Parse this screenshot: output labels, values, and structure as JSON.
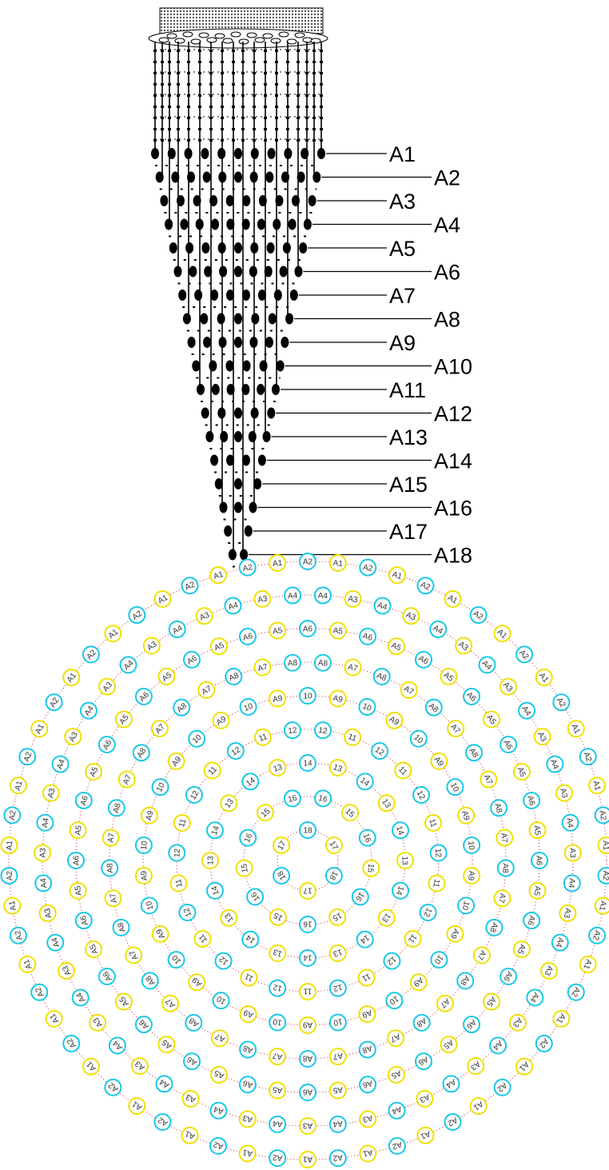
{
  "colors": {
    "strand": "#000000",
    "ring_dotted": "#cc2a2a",
    "node_yellow": "#f0e000",
    "node_cyan": "#18c8e8",
    "node_fill": "#ffffff",
    "canopy_mesh": "#555555"
  },
  "elevation": {
    "rows": [
      "A1",
      "A2",
      "A3",
      "A4",
      "A5",
      "A6",
      "A7",
      "A8",
      "A9",
      "A10",
      "A11",
      "A12",
      "A13",
      "A14",
      "A15",
      "A16",
      "A17",
      "A18"
    ]
  },
  "plan": {
    "rings": [
      {
        "labels": [
          "18",
          "17"
        ]
      },
      {
        "labels": [
          "16",
          "15"
        ]
      },
      {
        "labels": [
          "14",
          "13"
        ]
      },
      {
        "labels": [
          "12",
          "11"
        ]
      },
      {
        "labels": [
          "10",
          "A9"
        ]
      },
      {
        "labels": [
          "A8",
          "A7"
        ]
      },
      {
        "labels": [
          "A6",
          "A5"
        ]
      },
      {
        "labels": [
          "A4",
          "A3"
        ]
      },
      {
        "labels": [
          "A2",
          "A1"
        ]
      }
    ]
  }
}
